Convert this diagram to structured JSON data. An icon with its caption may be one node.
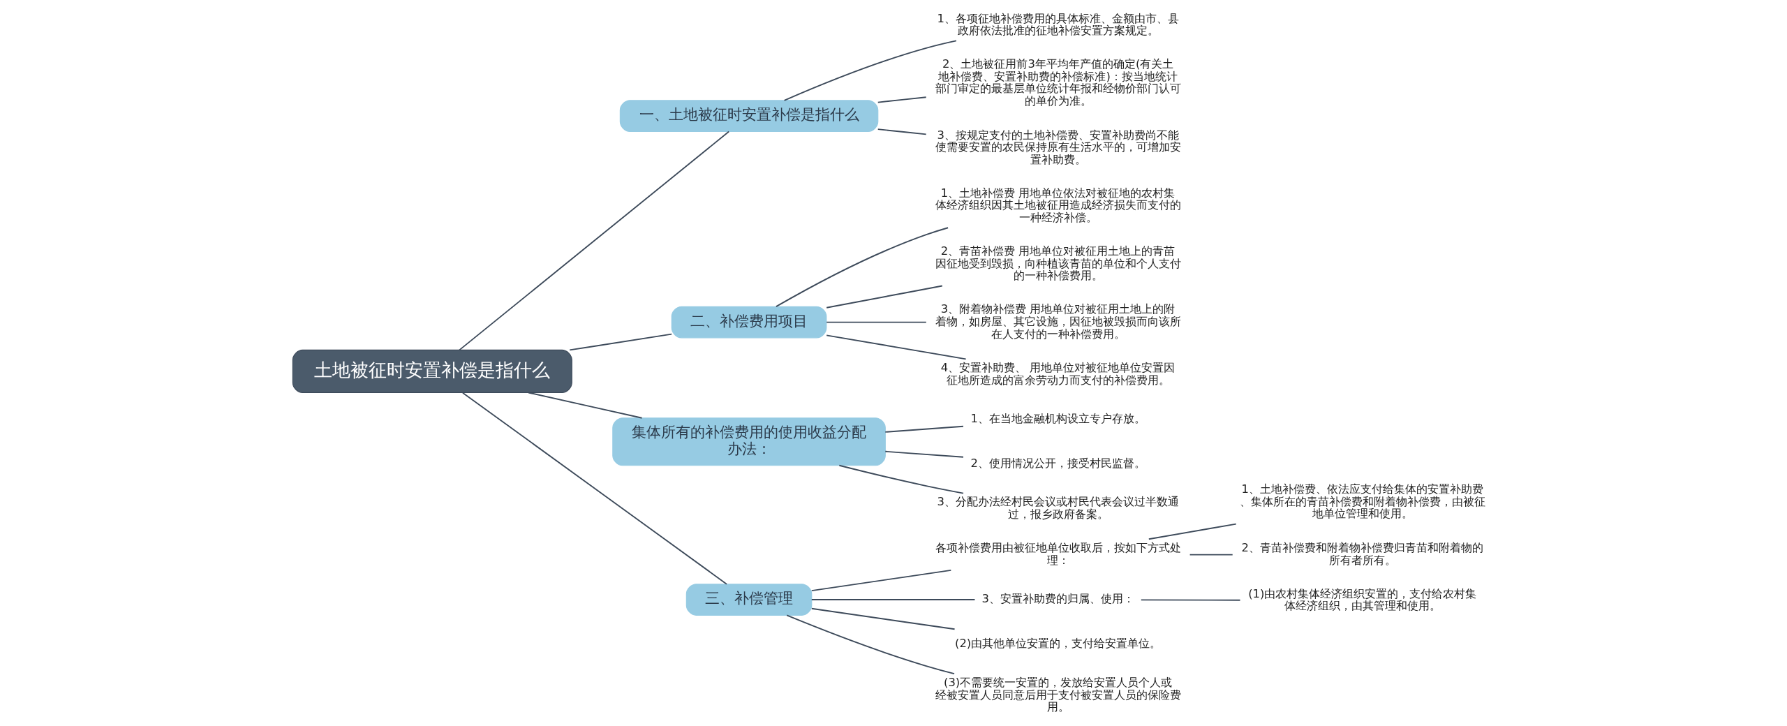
{
  "diagram": {
    "nodes": [
      {
        "text": [
          "土地被征时安置补偿是指什么"
        ]
      },
      {
        "text": [
          "一、土地被征时安置补偿是指什么"
        ]
      },
      {
        "text": [
          "1、各项征地补偿费用的具体标准、金额由市、县政府依法批准的征地补偿安置方案规定。"
        ]
      },
      {
        "text": [
          "2、土地被征用前3年平均年产值的确定(有关土地补偿费、安置补助费的补偿标准)：按当地统计部门审定的最基层单位统计年报和经物价部门认可的单价为准。"
        ]
      },
      {
        "text": [
          "3、按规定支付的土地补偿费、安置补助费尚不能使需要安置的农民保持原有生活水平的，可增加安置补助费。"
        ]
      },
      {
        "text": [
          "二、补偿费用项目"
        ]
      },
      {
        "text": [
          "1、土地补偿费 用地单位依法对被征地的农村集体经济组织因其土地被征用造成经济损失而支付的一种经济补偿。"
        ]
      },
      {
        "text": [
          "2、青苗补偿费 用地单位对被征用土地上的青苗因征地受到毁损，向种植该青苗的单位和个人支付的一种补偿费用。"
        ]
      },
      {
        "text": [
          "3、附着物补偿费 用地单位对被征用土地上的附着物，如房屋、其它设施，因征地被毁损而向该所在人支付的一种补偿费用。"
        ]
      },
      {
        "text": [
          "4、安置补助费、 用地单位对被征地单位安置因征地所造成的富余劳动力而支付的补偿费用。"
        ]
      },
      {
        "text": [
          "集体所有的补偿费用的使用收益分配办法："
        ]
      },
      {
        "text": [
          "1、在当地金融机构设立专户存放。"
        ]
      },
      {
        "text": [
          "2、使用情况公开，接受村民监督。"
        ]
      },
      {
        "text": [
          "3、分配办法经村民会议或村民代表会议过半数通过，报乡政府备案。"
        ]
      },
      {
        "text": [
          "三、补偿管理"
        ]
      },
      {
        "text": [
          "各项补偿费用由被征地单位收取后，按如下方式处理："
        ]
      },
      {
        "text": [
          "1、土地补偿费、依法应支付给集体的安置补助费、集体所在的青苗补偿费和附着物补偿费，由被征地单位管理和使用。"
        ]
      },
      {
        "text": [
          "2、青苗补偿费和附着物补偿费归青苗和附着物的所有者所有。"
        ]
      },
      {
        "text": [
          "3、安置补助费的归属、使用："
        ]
      },
      {
        "text": [
          "(1)由农村集体经济组织安置的，支付给农村集体经济组织，由其管理和使用。"
        ]
      },
      {
        "text": [
          "(2)由其他单位安置的，支付给安置单位。"
        ]
      },
      {
        "text": [
          "(3)不需要统一安置的，发放给安置人员个人或经被安置人员同意后用于支付被安置人员的保险费用。"
        ]
      }
    ],
    "edges": [
      {
        "from": 0,
        "to": 1,
        "arrow": "none"
      },
      {
        "from": 1,
        "to": 2,
        "arrow": "none"
      },
      {
        "from": 1,
        "to": 3,
        "arrow": "none"
      },
      {
        "from": 1,
        "to": 4,
        "arrow": "none"
      },
      {
        "from": 0,
        "to": 5,
        "arrow": "none"
      },
      {
        "from": 5,
        "to": 6,
        "arrow": "none"
      },
      {
        "from": 5,
        "to": 7,
        "arrow": "none"
      },
      {
        "from": 5,
        "to": 8,
        "arrow": "none"
      },
      {
        "from": 5,
        "to": 9,
        "arrow": "none"
      },
      {
        "from": 0,
        "to": 10,
        "arrow": "none"
      },
      {
        "from": 10,
        "to": 11,
        "arrow": "none"
      },
      {
        "from": 10,
        "to": 12,
        "arrow": "none"
      },
      {
        "from": 10,
        "to": 13,
        "arrow": "none"
      },
      {
        "from": 0,
        "to": 14,
        "arrow": "none"
      },
      {
        "from": 14,
        "to": 15,
        "arrow": "none"
      },
      {
        "from": 15,
        "to": 16,
        "arrow": "none"
      },
      {
        "from": 15,
        "to": 17,
        "arrow": "none"
      },
      {
        "from": 14,
        "to": 18,
        "arrow": "none"
      },
      {
        "from": 18,
        "to": 19,
        "arrow": "none"
      },
      {
        "from": 14,
        "to": 20,
        "arrow": "none"
      },
      {
        "from": 14,
        "to": 21,
        "arrow": "none"
      }
    ]
  }
}
